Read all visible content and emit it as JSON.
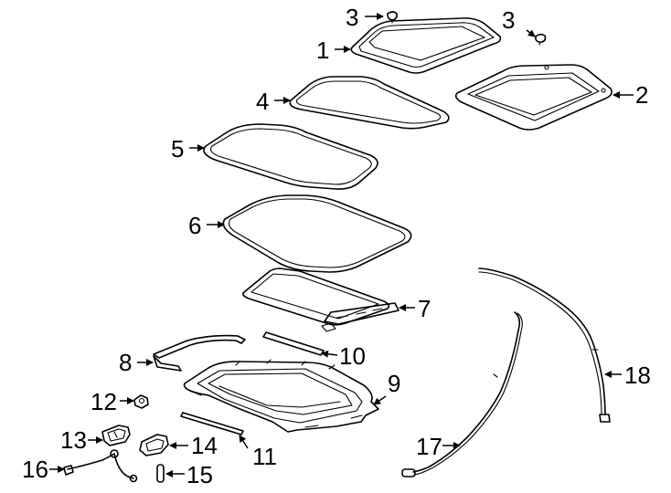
{
  "callouts": [
    {
      "id": "1",
      "text": "1"
    },
    {
      "id": "2",
      "text": "2"
    },
    {
      "id": "3a",
      "text": "3"
    },
    {
      "id": "3b",
      "text": "3"
    },
    {
      "id": "4",
      "text": "4"
    },
    {
      "id": "5",
      "text": "5"
    },
    {
      "id": "6",
      "text": "6"
    },
    {
      "id": "7",
      "text": "7"
    },
    {
      "id": "8",
      "text": "8"
    },
    {
      "id": "9",
      "text": "9"
    },
    {
      "id": "10",
      "text": "10"
    },
    {
      "id": "11",
      "text": "11"
    },
    {
      "id": "12",
      "text": "12"
    },
    {
      "id": "13",
      "text": "13"
    },
    {
      "id": "14",
      "text": "14"
    },
    {
      "id": "15",
      "text": "15"
    },
    {
      "id": "16",
      "text": "16"
    },
    {
      "id": "17",
      "text": "17"
    },
    {
      "id": "18",
      "text": "18"
    }
  ]
}
